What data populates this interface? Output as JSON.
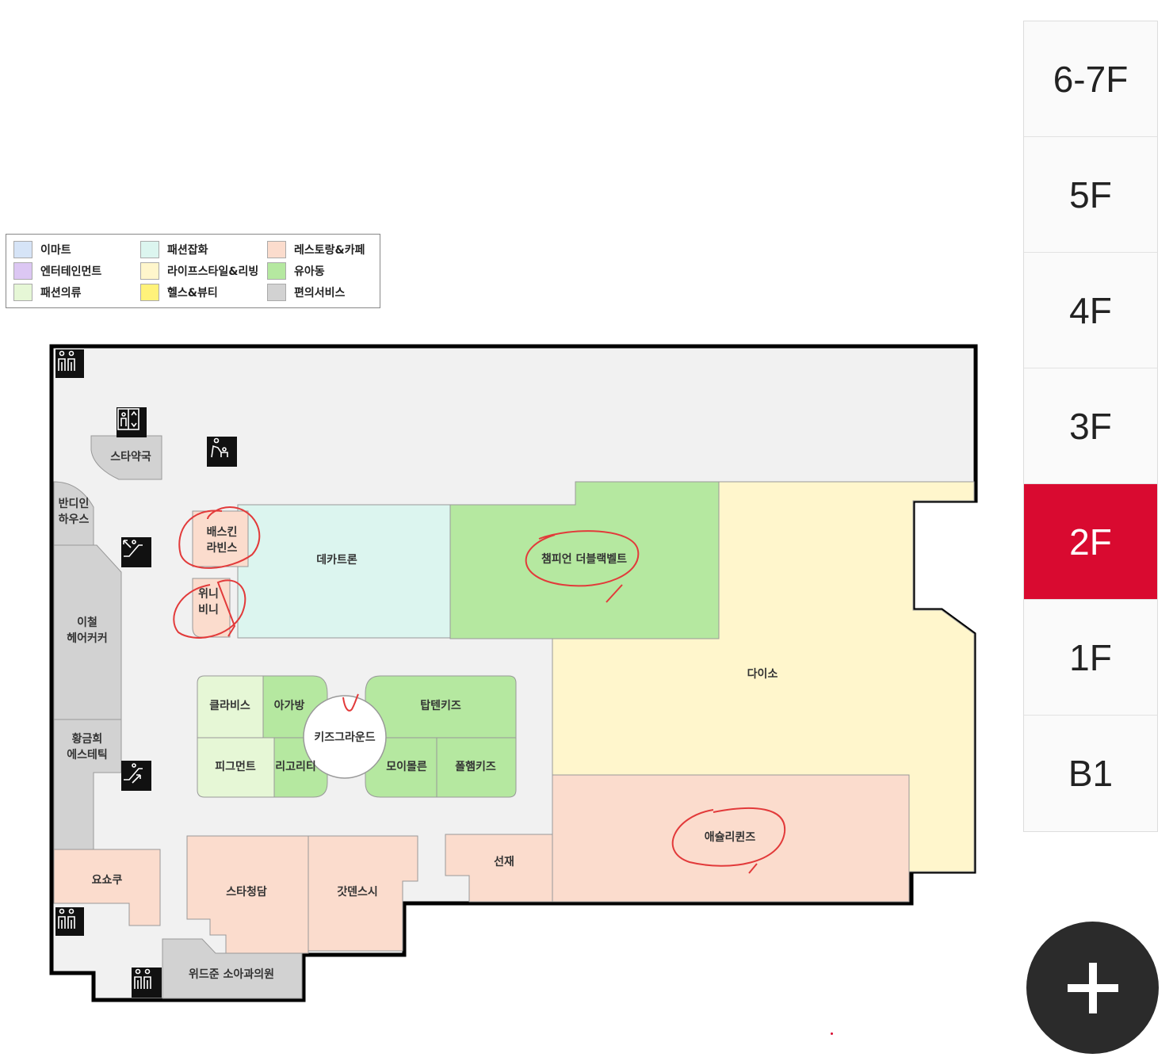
{
  "legend": {
    "items": [
      {
        "label": "이마트",
        "color": "#d6e4f7"
      },
      {
        "label": "엔터테인먼트",
        "color": "#dcc7f3"
      },
      {
        "label": "패션의류",
        "color": "#e6f7d6"
      },
      {
        "label": "패션잡화",
        "color": "#dcf5ef"
      },
      {
        "label": "라이프스타일&리빙",
        "color": "#fff6cc"
      },
      {
        "label": "헬스&뷰티",
        "color": "#fff27a"
      },
      {
        "label": "레스토랑&카페",
        "color": "#fbdccd"
      },
      {
        "label": "유아동",
        "color": "#b5e8a0"
      },
      {
        "label": "편의서비스",
        "color": "#d2d2d2"
      }
    ]
  },
  "stores": {
    "star_pharmacy": "스타약국",
    "bandi_house_1": "반디인",
    "bandi_house_2": "하우스",
    "baskin_1": "배스킨",
    "baskin_2": "라빈스",
    "winnie_1": "위니",
    "winnie_2": "비니",
    "decathlon": "데카트론",
    "champion": "챔피언 더블랙벨트",
    "daiso": "다이소",
    "leechul_1": "이철",
    "leechul_2": "헤어커커",
    "clavis": "클라비스",
    "agabang": "아가방",
    "kids_ground": "키즈그라운드",
    "topten_kids": "탑텐키즈",
    "pigment": "피그먼트",
    "rigolity": "리고리티",
    "moimollan": "모이몰른",
    "polham_kids": "폴햄키즈",
    "golden_1": "황금희",
    "golden_2": "에스테틱",
    "yoshoku": "요쇼쿠",
    "star_cheongdam": "스타청담",
    "gotten_sushi": "갓덴스시",
    "seonjae": "선재",
    "ashley_queens": "애슐리퀸즈",
    "widjun": "위드준 소아과의원"
  },
  "floors": [
    "6-7F",
    "5F",
    "4F",
    "3F",
    "2F",
    "1F",
    "B1"
  ],
  "active_floor": "2F",
  "colors": {
    "active": "#d90a30",
    "corridor": "#f1f1f1",
    "wall": "#000000"
  },
  "icons": {
    "restroom": "restroom-icon",
    "elevator": "elevator-icon",
    "nursing": "nursing-room-icon",
    "escalator": "escalator-icon",
    "zoom": "plus-icon"
  }
}
